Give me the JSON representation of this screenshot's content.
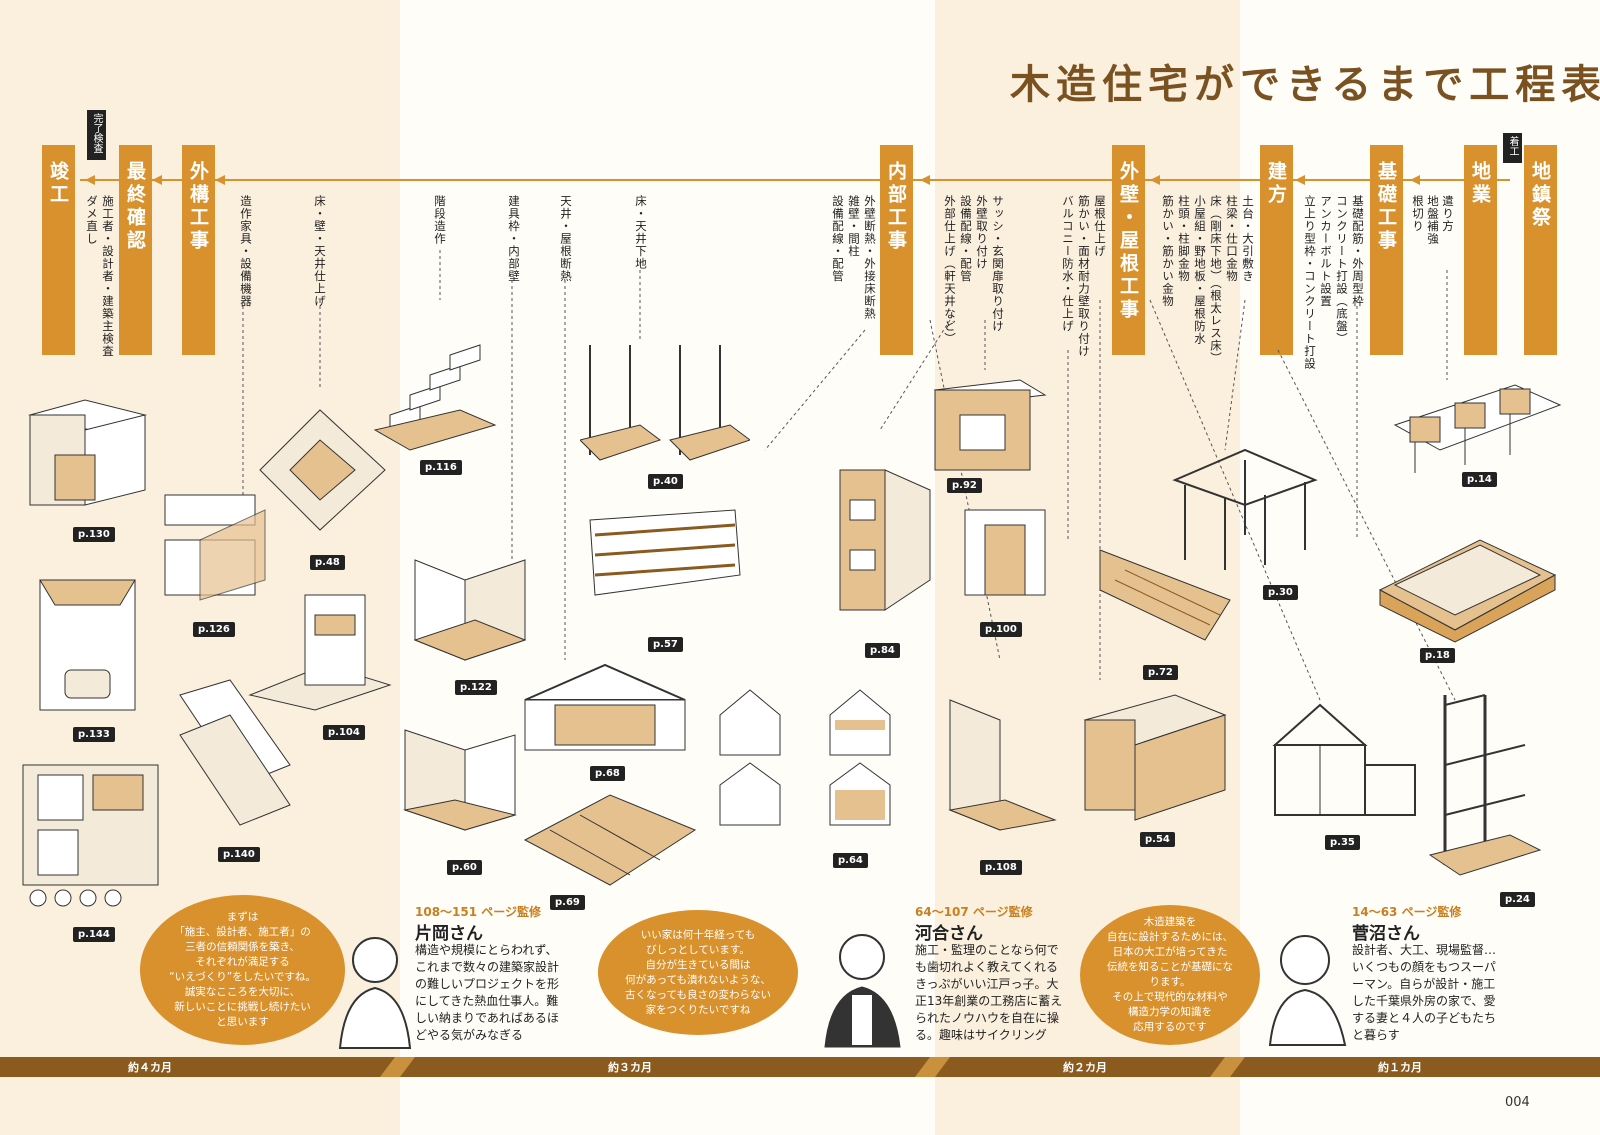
{
  "title": "木造住宅ができるまで工程表",
  "start_tag": "着工",
  "inspection_tag": "完了検査",
  "phases": [
    {
      "label": "地鎮祭"
    },
    {
      "label": "地業"
    },
    {
      "label": "基礎工事"
    },
    {
      "label": "建方"
    },
    {
      "label": "外壁・屋根工事"
    },
    {
      "label": "内部工事"
    },
    {
      "label": "外構工事"
    },
    {
      "label": "最終確認"
    },
    {
      "label": "竣工"
    }
  ],
  "tasks": {
    "jigyo": [
      "遣り方",
      "地盤補強",
      "根切り"
    ],
    "kiso": [
      "基礎配筋・外周型枠",
      "コンクリート打設（底盤）",
      "アンカーボルト設置",
      "立上り型枠・コンクリート打設"
    ],
    "tatekata": [
      "土台・大引敷き",
      "柱梁・仕口金物",
      "床（剛床下地）（根太レス床）",
      "小屋組・野地板・屋根防水",
      "柱頭・柱脚金物",
      "筋かい・筋かい金物"
    ],
    "gaiheki": [
      "屋根仕上げ",
      "筋かい・面材耐力壁取り付け",
      "バルコニー防水・仕上げ"
    ],
    "naibu": [
      "サッシ・玄関扉取り付け",
      "外壁取り付け",
      "設備配線・配管",
      "外部仕上げ（軒天井など）",
      "外壁断熱・外接床断熱",
      "雑壁・間柱",
      "設備配線・配管",
      "床・天井下地",
      "天井・屋根断熱",
      "建具枠・内部壁",
      "階段造作",
      "床・壁・天井仕上げ",
      "造作家具・設備機器"
    ],
    "kakunin": [
      "施工者・設計者・建築主検査",
      "ダメ直し"
    ]
  },
  "page_refs": [
    "p.14",
    "p.18",
    "p.24",
    "p.30",
    "p.35",
    "p.54",
    "p.72",
    "p.92",
    "p.100",
    "p.84",
    "p.108",
    "p.64",
    "p.40",
    "p.57",
    "p.68",
    "p.69",
    "p.60",
    "p.116",
    "p.122",
    "p.48",
    "p.104",
    "p.130",
    "p.126",
    "p.133",
    "p.140",
    "p.144"
  ],
  "supervisors": [
    {
      "range": "14〜63 ページ監修",
      "name": "菅沼さん",
      "desc": [
        "設計者、大工、現場監督…",
        "いくつもの顔をもつスーパ",
        "ーマン。自らが設計・施工",
        "した千葉県外房の家で、愛",
        "する妻と４人の子どもたち",
        "と暮らす"
      ]
    },
    {
      "range": "64〜107 ページ監修",
      "name": "河合さん",
      "desc": [
        "施工・監理のことなら何で",
        "も歯切れよく教えてくれる",
        "きっぷがいい江戸っ子。大",
        "正13年創業の工務店に蓄え",
        "られたノウハウを自在に操",
        "る。趣味はサイクリング"
      ]
    },
    {
      "range": "108〜151 ページ監修",
      "name": "片岡さん",
      "desc": [
        "構造や規模にとらわれず、",
        "これまで数々の建築家設計",
        "の難しいプロジェクトを形",
        "にしてきた熱血仕事人。難",
        "しい納まりであればあるほ",
        "どやる気がみなぎる"
      ]
    }
  ],
  "bubbles": [
    [
      "木造建築を",
      "自在に設計するためには、",
      "日本の大工が培ってきた",
      "伝統を知ることが基礎になります。",
      "その上で現代的な材料や",
      "構造力学の知識を",
      "応用するのです"
    ],
    [
      "いい家は何十年経っても",
      "びしっとしています。",
      "自分が生きている間は",
      "何があっても潰れないような、",
      "古くなっても良さの変わらない",
      "家をつくりたいですね"
    ],
    [
      "まずは",
      "「施主、設計者、施工者」の",
      "三者の信頼関係を築き、",
      "それぞれが満足する",
      "“いえづくり”をしたいですね。",
      "誠実なこころを大切に、",
      "新しいことに挑戦し続けたい",
      "と思います"
    ]
  ],
  "durations": [
    "約４カ月",
    "約３カ月",
    "約２カ月",
    "約１カ月"
  ],
  "page_number": "004",
  "colors": {
    "accent": "#d9912d",
    "band_dark": "#8a5a1e",
    "title": "#7a5222",
    "background": "#fbf4e8"
  }
}
